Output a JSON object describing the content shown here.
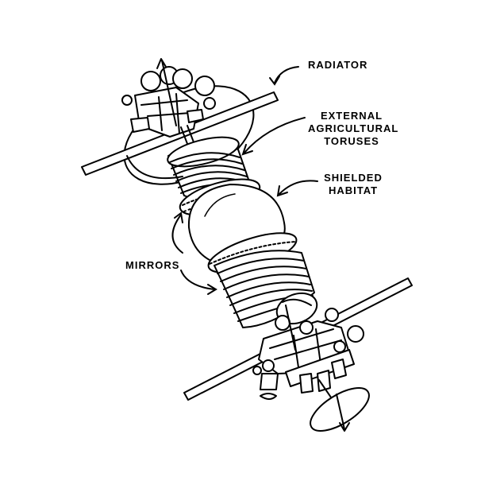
{
  "labels": {
    "radiator": "RADIATOR",
    "torus_line1": "EXTERNAL",
    "torus_line2": "AGRICULTURAL",
    "torus_line3": "TORUSES",
    "habitat_line1": "SHIELDED",
    "habitat_line2": "HABITAT",
    "mirrors": "MIRRORS"
  }
}
